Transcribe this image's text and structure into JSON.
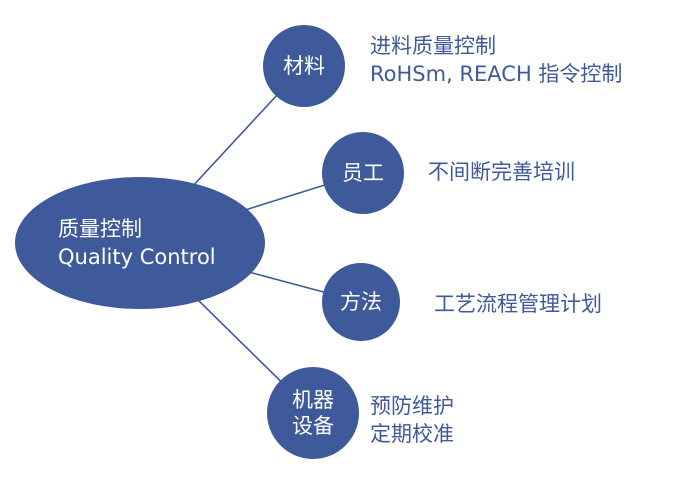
{
  "colors": {
    "primary": "#3F5A9B",
    "background": "#FFFFFF",
    "node_text": "#FFFFFF"
  },
  "diagram": {
    "center": {
      "title_zh": "质量控制",
      "title_en": "Quality Control"
    },
    "nodes": [
      {
        "label": "材料",
        "desc1": "进料质量控制",
        "desc2": "RoHSm, REACH 指令控制"
      },
      {
        "label": "员工",
        "desc1": "不间断完善培训"
      },
      {
        "label": "方法",
        "desc1": "工艺流程管理计划"
      },
      {
        "label1": "机器",
        "label2": "设备",
        "desc1": "预防维护",
        "desc2": "定期校准"
      }
    ]
  }
}
